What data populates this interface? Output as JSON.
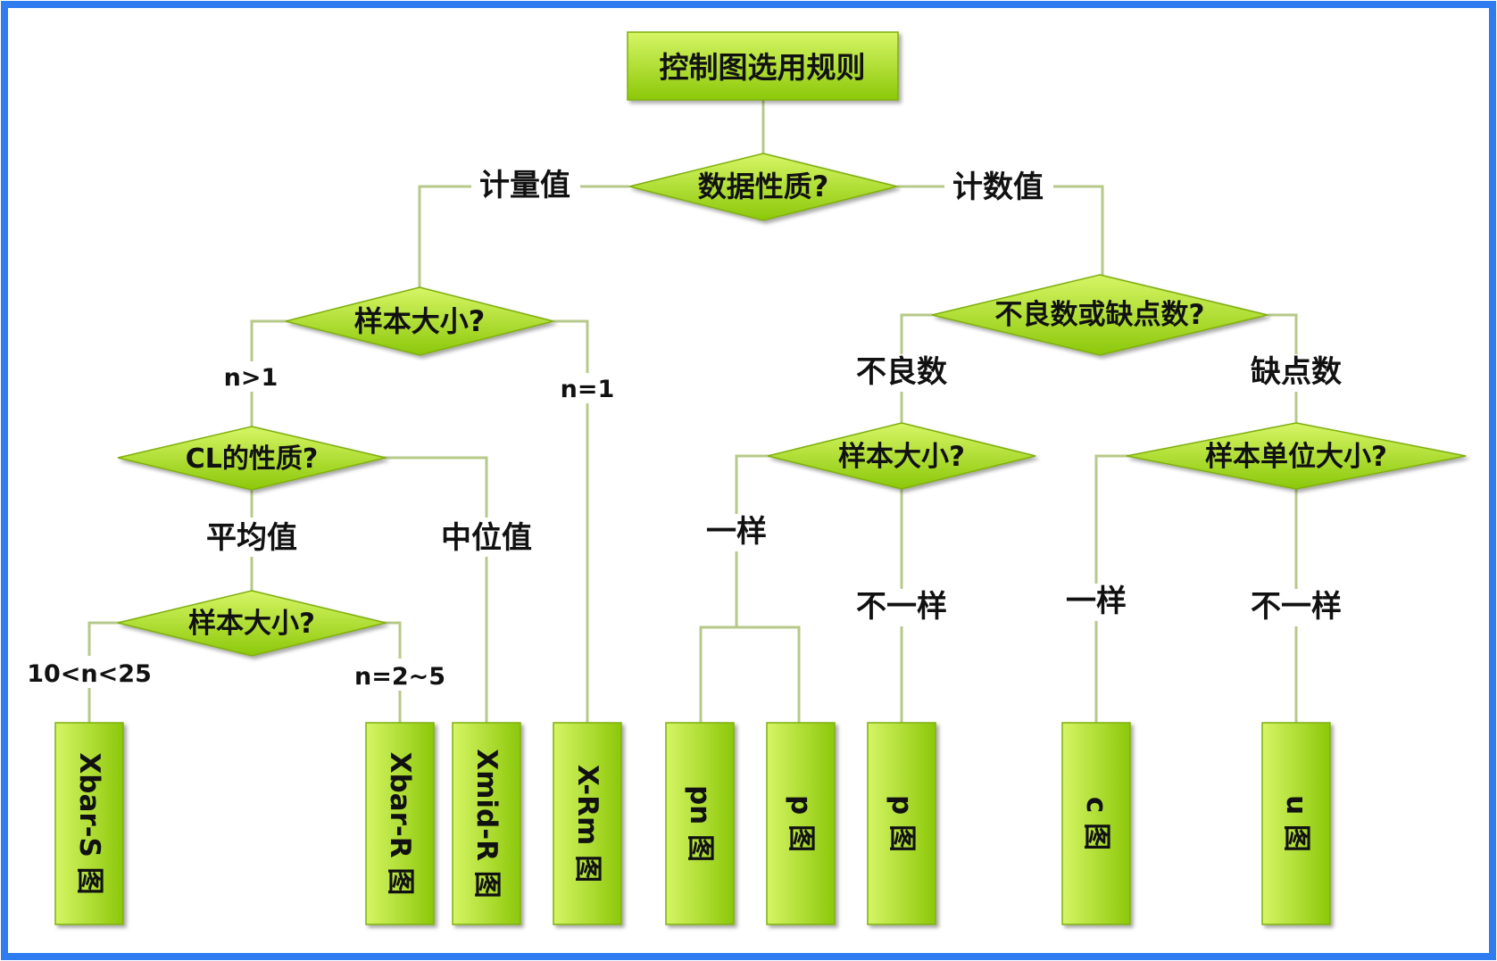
{
  "colors": {
    "frame": "#2F7BF0",
    "connector": "#B7C98A",
    "node_fill_top": "#D6F565",
    "node_fill_bottom": "#8CC80A",
    "text": "#111111"
  },
  "title": "控制图选用规则",
  "decisions": {
    "data_nature": "数据性质?",
    "sample_size_var": "样本大小?",
    "cl_nature": "CL的性质?",
    "sample_size_mean": "样本大小?",
    "defective_or_defects": "不良数或缺点数?",
    "sample_size_defective": "样本大小?",
    "sample_unit_size": "样本单位大小?"
  },
  "edges": {
    "variables": "计量值",
    "attributes": "计数值",
    "n_gt_1": "n>1",
    "n_eq_1": "n=1",
    "mean": "平均值",
    "median": "中位值",
    "range_10_25": "10<n<25",
    "range_2_5": "n=2~5",
    "defective": "不良数",
    "defects": "缺点数",
    "same_defective": "一样",
    "diff_defective": "不一样",
    "same_defects": "一样",
    "diff_defects": "不一样"
  },
  "charts": {
    "xbar_s": "Xbar-S 图",
    "xbar_r": "Xbar-R 图",
    "xmid_r": "Xmid-R 图",
    "x_rm": "X-Rm 图",
    "pn": "pn 图",
    "p1": "p 图",
    "p2": "p 图",
    "c": "c 图",
    "u": "u 图"
  }
}
